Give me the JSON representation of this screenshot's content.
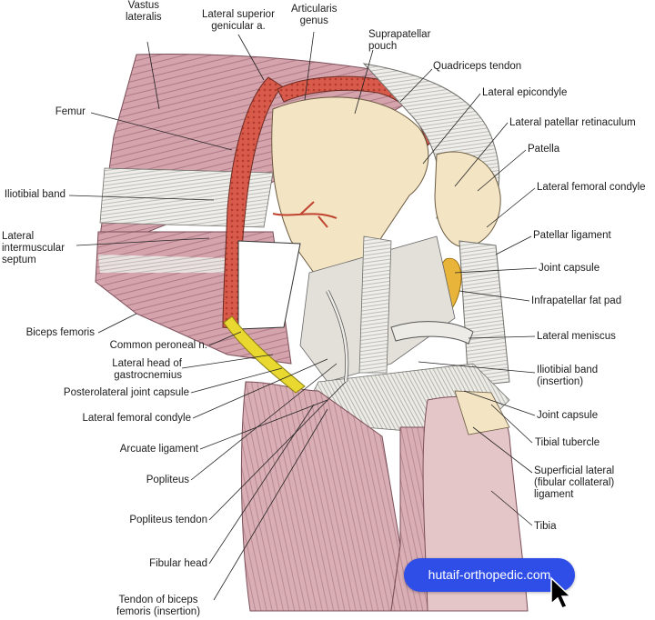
{
  "labels": {
    "vastus_lateralis": "Vastus\nlateralis",
    "lateral_superior_genicular": "Lateral superior\ngenicular a.",
    "articularis_genus": "Articularis\ngenus",
    "suprapatellar_pouch": "Suprapatellar\npouch",
    "quadriceps_tendon": "Quadriceps tendon",
    "lateral_epicondyle": "Lateral epicondyle",
    "lateral_patellar_retinaculum": "Lateral patellar retinaculum",
    "patella": "Patella",
    "lateral_femoral_condyle_right": "Lateral femoral condyle",
    "patellar_ligament": "Patellar ligament",
    "joint_capsule_upper": "Joint capsule",
    "infrapatellar_fat_pad": "Infrapatellar fat pad",
    "lateral_meniscus": "Lateral meniscus",
    "iliotibial_band_insertion": "Iliotibial band\n(insertion)",
    "joint_capsule_lower": "Joint capsule",
    "tibial_tubercle": "Tibial tubercle",
    "superficial_lateral_ligament": "Superficial lateral\n(fibular collateral)\nligament",
    "tibia": "Tibia",
    "femur": "Femur",
    "iliotibial_band": "Iliotibial band",
    "lateral_intermuscular_septum": "Lateral\nintermuscular\nseptum",
    "biceps_femoris": "Biceps femoris",
    "common_peroneal": "Common peroneal n.",
    "lateral_head_gastrocnemius": "Lateral head of\ngastrocnemius",
    "posterolateral_joint_capsule": "Posterolateral joint capsule",
    "lateral_femoral_condyle_left": "Lateral femoral condyle",
    "arcuate_ligament": "Arcuate ligament",
    "popliteus": "Popliteus",
    "popliteus_tendon": "Popliteus tendon",
    "fibular_head": "Fibular head",
    "tendon_biceps_femoris": "Tendon of biceps\nfemoris (insertion)"
  },
  "watermark": "hutaif-orthopedic.com",
  "colors": {
    "muscle": "#d4a3ac",
    "muscle_dark": "#b37d88",
    "bone": "#f3e4c4",
    "tendon": "#ecebe6",
    "cut_bone": "#d85a4a",
    "nerve": "#e8d830",
    "fat": "#e9b43a",
    "watermark_bg": "#2f4ee8"
  }
}
